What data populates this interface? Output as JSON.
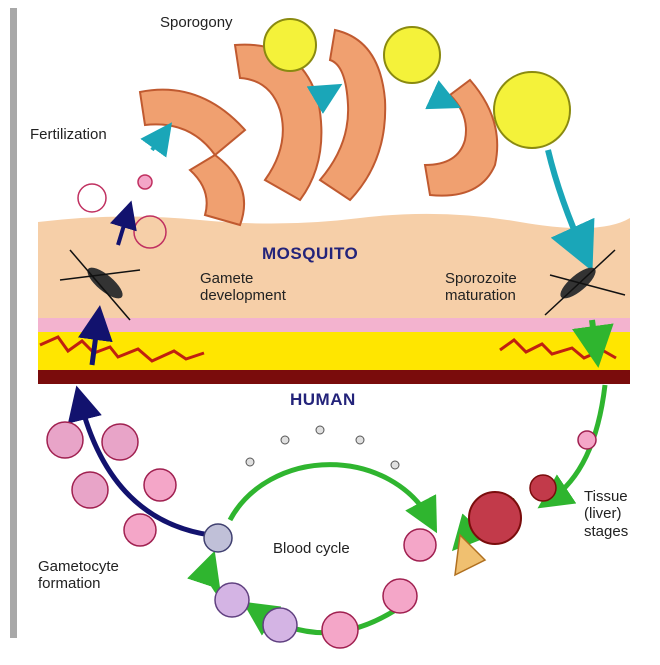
{
  "labels": {
    "sporogony": "Sporogony",
    "fertilization": "Fertilization",
    "mosquito": "MOSQUITO",
    "gamete_development_line1": "Gamete",
    "gamete_development_line2": "development",
    "sporozoite_maturation_line1": "Sporozoite",
    "sporozoite_maturation_line2": "maturation",
    "human": "HUMAN",
    "tissue_stages_line1": "Tissue",
    "tissue_stages_line2": "(liver)",
    "tissue_stages_line3": "stages",
    "blood_cycle": "Blood cycle",
    "gametocyte_formation_line1": "Gametocyte",
    "gametocyte_formation_line2": "formation"
  },
  "colors": {
    "gut_segment": "#f0a070",
    "oocyst": "#f4f23a",
    "mosquito_band": "#f6cfa8",
    "yellow_layer": "#ffe600",
    "red_base": "#7a0c0c",
    "red_blood_cell": "#f4a6c8",
    "blood_cycle_arrow": "#2fb52f",
    "gametocyte_arrow": "#12126e",
    "sporozoite_arrow": "#1aa6b8",
    "human_label": "#23237a"
  }
}
